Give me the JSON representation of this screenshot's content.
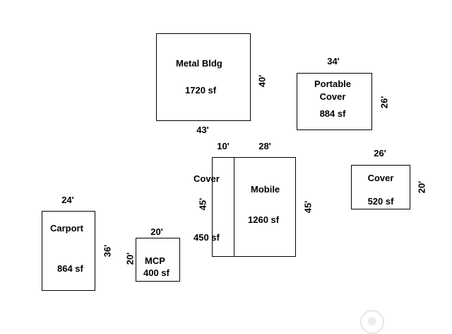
{
  "structures": {
    "metal_bldg": {
      "name": "Metal Bldg",
      "area": "1720 sf",
      "width": "43'",
      "depth": "40'"
    },
    "portable_cover": {
      "name_line1": "Portable",
      "name_line2": "Cover",
      "area": "884 sf",
      "width": "34'",
      "depth": "26'"
    },
    "cover_mobile": {
      "cover_label": "Cover",
      "cover_area": "450 sf",
      "cover_width": "10'",
      "cover_depth": "45'",
      "mobile_label": "Mobile",
      "mobile_area": "1260 sf",
      "mobile_width": "28'",
      "mobile_depth": "45'"
    },
    "cover_right": {
      "name": "Cover",
      "area": "520 sf",
      "width": "26'",
      "depth": "20'"
    },
    "carport": {
      "name": "Carport",
      "area": "864 sf",
      "width": "24'",
      "depth": "36'"
    },
    "mcp": {
      "name": "MCP",
      "area": "400 sf",
      "width": "20'",
      "depth": "20'"
    }
  },
  "watermark": {
    "icon": "circle-logo-icon"
  }
}
